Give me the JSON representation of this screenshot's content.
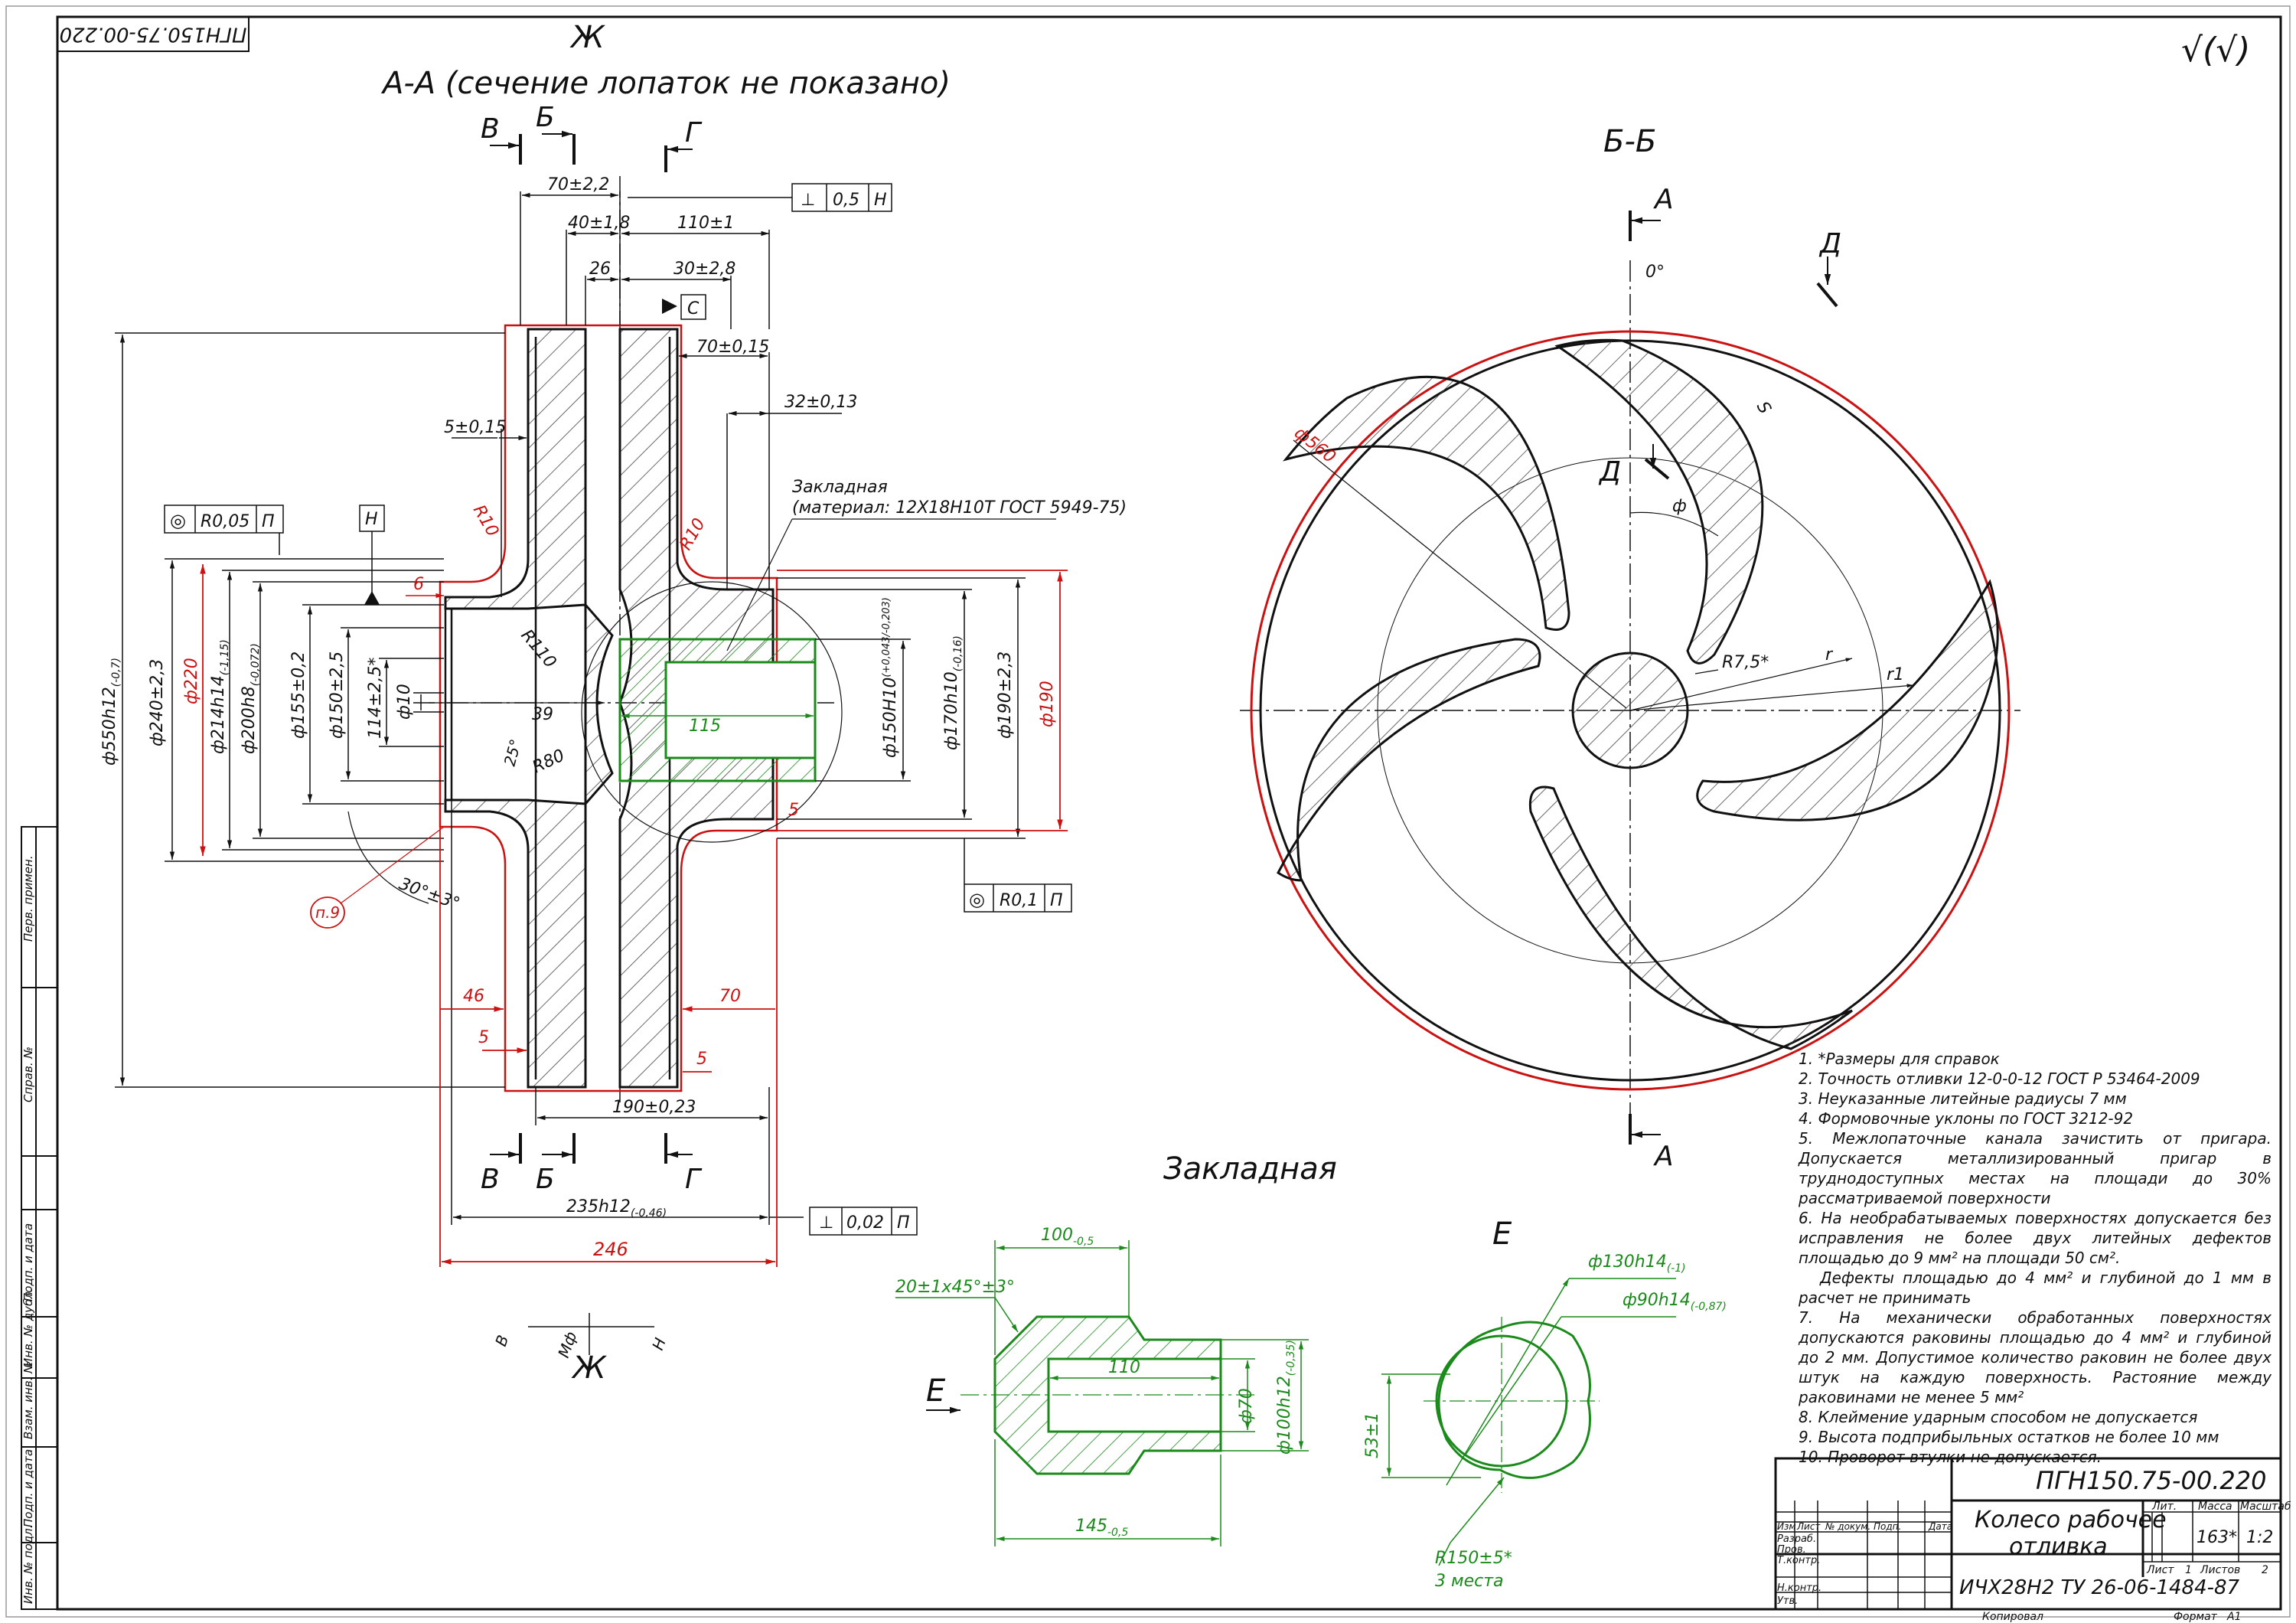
{
  "stamp_code": "ПГН150.75-00.220",
  "roughness_mark": "√(√)",
  "section_aa": {
    "title": "А-А (сечение лопаток не показано)",
    "markers": [
      "В",
      "Б",
      "Г"
    ],
    "callout": "п.9",
    "insert_label": [
      "Закладная",
      "(материал: 12Х18Н10Т ГОСТ 5949-75)"
    ],
    "dims": {
      "d550": "ф550h12",
      "d550_tol": "(-0,7)",
      "d240": "ф240±2,3",
      "d220": "ф220",
      "d214": "ф214h14",
      "d214_tol": "(-1,15)",
      "d200": "ф200h8",
      "d200_tol": "(-0,072)",
      "d155": "ф155±0,2",
      "d150": "ф150±2,5",
      "d114": "114±2,5*",
      "d10": "ф10",
      "d150H10": "ф150H10",
      "d150H10_tol": "(+0,043/-0,203)",
      "d170": "ф170h10",
      "d170_tol": "(-0,16)",
      "d190a": "ф190±2,3",
      "d190b": "ф190",
      "w70": "70±2,2",
      "w40": "40±1,8",
      "w110": "110±1",
      "w26": "26",
      "w30": "30±2,8",
      "w70b": "70±0,15",
      "w32": "32±0,13",
      "w5a": "5±0,15",
      "w6": "6",
      "w39": "39",
      "w115": "115",
      "w5b": "5",
      "w46": "46",
      "w70c": "70",
      "w5c": "5",
      "w5d": "5",
      "w190": "190±0,23",
      "w235": "235h12",
      "w235_tol": "(-0,46)",
      "w246": "246",
      "r10a": "R10",
      "r10b": "R10",
      "r110": "R110",
      "r80": "R80",
      "a25": "25°",
      "a30": "30°±3°"
    },
    "frames": {
      "perp_h": [
        "⊥",
        "0,5",
        "Н"
      ],
      "conc_p": [
        "◎",
        "R0,05",
        "П"
      ],
      "datum_h": "Н",
      "conc_p2": [
        "◎",
        "R0,1",
        "П"
      ],
      "perp_p": [
        "⊥",
        "0,02",
        "П"
      ],
      "datum_c": "С"
    },
    "rotation": [
      "В",
      "Мф",
      "Н"
    ]
  },
  "section_bb": {
    "title": "Б-Б",
    "markers": [
      "А",
      "А",
      "Д",
      "Д"
    ],
    "dims": {
      "d560": "ф560",
      "zero": "0°",
      "phi": "ф",
      "s": "S",
      "r75": "R7,5*",
      "r": "r",
      "r1": "r1"
    }
  },
  "insert_view": {
    "title": "Закладная",
    "view_marker": "Е",
    "dims": {
      "w100": "100",
      "w100_tol": "-0,5",
      "chamfer": "20±1х45°±3°",
      "w110": "110",
      "d70": "ф70",
      "d100": "ф100h12",
      "d100_tol": "(-0,35)",
      "w145": "145",
      "w145_tol": "-0,5"
    }
  },
  "view_e": {
    "title": "Е",
    "dims": {
      "d130": "ф130h14",
      "d130_tol": "(-1)",
      "d90": "ф90h14",
      "d90_tol": "(-0,87)",
      "h53": "53±1",
      "r150": "R150±5*",
      "places": "3 места"
    }
  },
  "notes": [
    "1. *Размеры для справок",
    "2. Точность отливки 12-0-0-12 ГОСТ Р 53464-2009",
    "3. Неуказанные литейные радиусы 7 мм",
    "4. Формовочные уклоны по ГОСТ 3212-92",
    "5. Межлопаточные канала зачистить от пригара. Допускается металлизированный пригар в труднодоступных местах на площади до 30% рассматриваемой поверхности",
    "6. На необрабатываемых поверхностях допускается без исправления не более двух литейных дефектов площадью до 9 мм² на площади 50 см².",
    "Дефекты площадью до 4 мм² и глубиной до 1 мм в расчет не принимать",
    "7. На механически обработанных поверхностях допускаются раковины площадью до 4 мм² и глубиной до 2 мм. Допустимое количество раковин не более двух штук на каждую поверхность. Растояние между раковинами не менее 5 мм²",
    "8. Клеймение ударным способом не допускается",
    "9. Высота подприбыльных остатков не более 10 мм",
    "10. Проворот втулки не допускается."
  ],
  "title_block": {
    "designation": "ПГН150.75-00.220",
    "name_line1": "Колесо рабочее",
    "name_line2": "отливка",
    "material": "ИЧХ28Н2 ТУ 26-06-1484-87",
    "col_headers": [
      "Изм",
      "Лист",
      "№ докум.",
      "Подп.",
      "Дата"
    ],
    "roles": [
      "Разраб.",
      "Пров.",
      "Т.контр.",
      "Н.контр.",
      "Утв."
    ],
    "lit": "Лит.",
    "mass": "Масса",
    "scale": "Масштаб",
    "mass_value": "163*",
    "scale_value": "1:2",
    "sheet": "Лист",
    "sheet_value": "1",
    "sheets": "Листов",
    "sheets_value": "2",
    "copied": "Копировал",
    "format": "Формат",
    "format_value": "А1"
  },
  "left_strip": [
    "Перв. примен.",
    "Справ. №",
    "Подп. и дата",
    "Инв. № дубл.",
    "Взам. инв. №",
    "Подп. и дата",
    "Инв. № подл."
  ],
  "colors": {
    "line": "#111111",
    "red": "#cc1111",
    "green": "#1a8a1a",
    "hatch": "#444444"
  }
}
